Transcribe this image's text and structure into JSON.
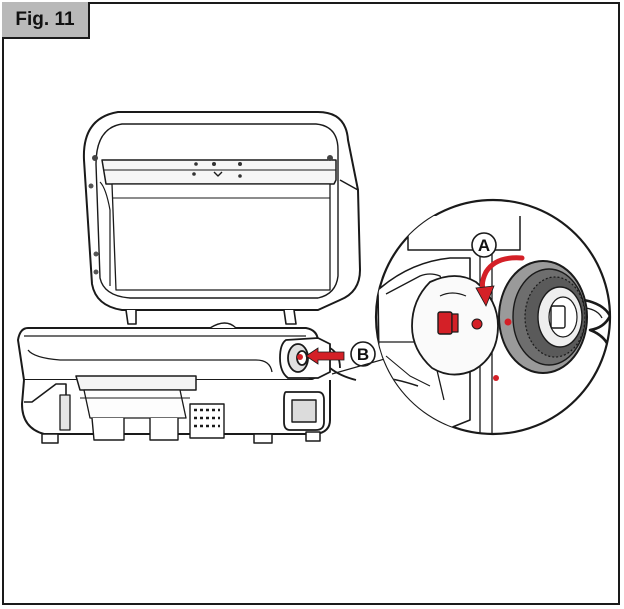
{
  "figure": {
    "label": "Fig. 11"
  },
  "callouts": [
    {
      "id": "A",
      "label": "A"
    },
    {
      "id": "B",
      "label": "B"
    }
  ],
  "colors": {
    "accent": "#d42027",
    "outline": "#1a1a1a",
    "tab_bg": "#b9b9b9",
    "rim": "#9a9a9a"
  }
}
